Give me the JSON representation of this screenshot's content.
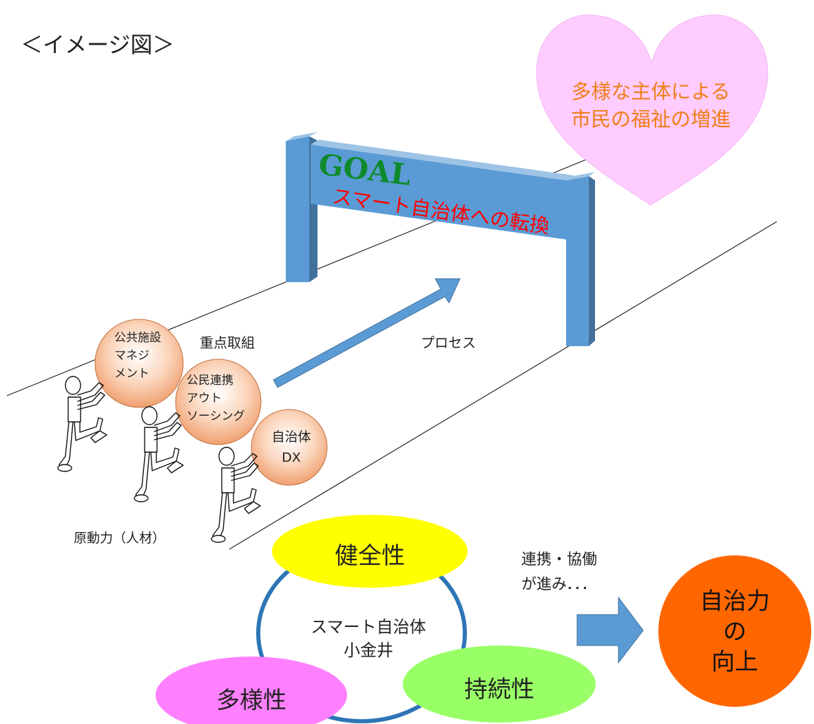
{
  "header": {
    "title": "＜イメージ図＞"
  },
  "heart": {
    "line1": "多様な主体による",
    "line2": "市民の福祉の増進",
    "color": "#ffccff",
    "text_color": "#f07f1a"
  },
  "goal": {
    "goal_text": "GOAL",
    "banner_text": "スマート自治体への転換",
    "gate_color": "#5b9bd5",
    "goal_color": "#0f8a2c",
    "banner_text_color": "#ff0000"
  },
  "process": {
    "label": "プロセス"
  },
  "focus": {
    "label": "重点取組"
  },
  "balls": [
    {
      "lines": [
        "公共施設",
        "マネジ",
        "メント"
      ]
    },
    {
      "lines": [
        "公民連携",
        "アウト",
        "ソーシング"
      ]
    },
    {
      "lines": [
        "自治体",
        "DX"
      ]
    }
  ],
  "driving_force": {
    "label": "原動力（人材）"
  },
  "cycle": {
    "center_line1": "スマート自治体",
    "center_line2": "小金井",
    "top": {
      "label": "健全性",
      "color": "#ffff00"
    },
    "left": {
      "label": "多様性",
      "color": "#ff80ff"
    },
    "right": {
      "label": "持続性",
      "color": "#99ff66"
    },
    "ring_color": "#2e75b6"
  },
  "collab": {
    "line1": "連携・協働",
    "line2": "が進み．．．"
  },
  "result": {
    "line1": "自治力",
    "line2": "の",
    "line3": "向上",
    "color": "#ff6600"
  },
  "icons": [
    "heart-shape",
    "goal-gate",
    "process-arrow",
    "person-figure",
    "result-arrow"
  ]
}
